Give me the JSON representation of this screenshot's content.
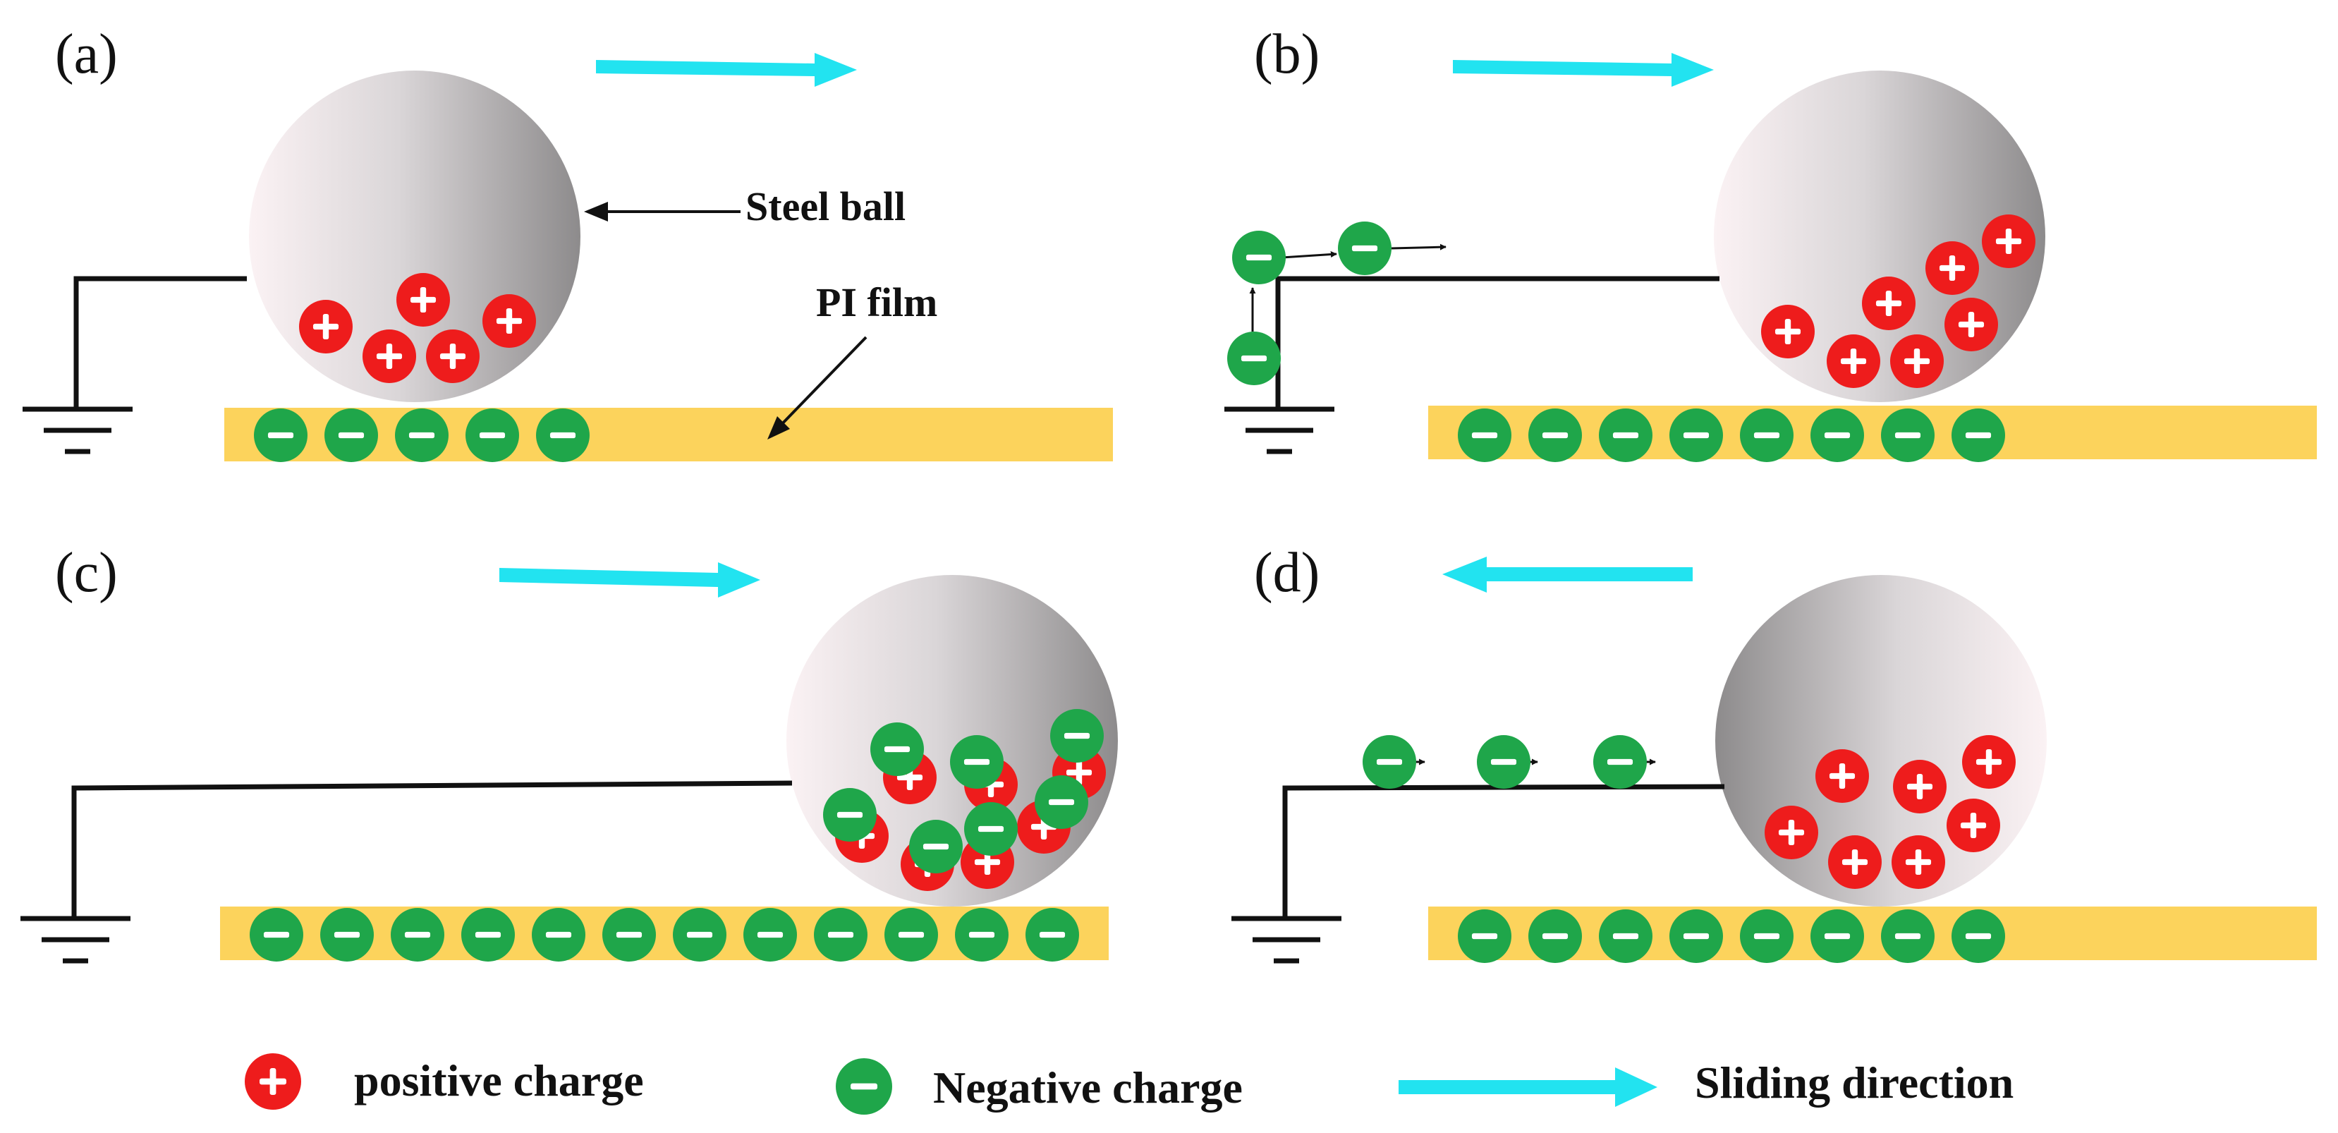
{
  "panels": [
    {
      "label": "(a)",
      "direction": "right"
    },
    {
      "label": "(b)",
      "direction": "right"
    },
    {
      "label": "(c)",
      "direction": "right"
    },
    {
      "label": "(d)",
      "direction": "left"
    }
  ],
  "annotations": {
    "steel_ball": "Steel ball",
    "pi_film": "PI film"
  },
  "legend": {
    "positive": "positive charge",
    "negative": "Negative charge",
    "sliding": "Sliding direction"
  },
  "colors": {
    "positive": "#ee1c1c",
    "negative": "#1fa64a",
    "film": "#fcd35c",
    "arrow": "#22e3f0",
    "wire": "#111111"
  }
}
